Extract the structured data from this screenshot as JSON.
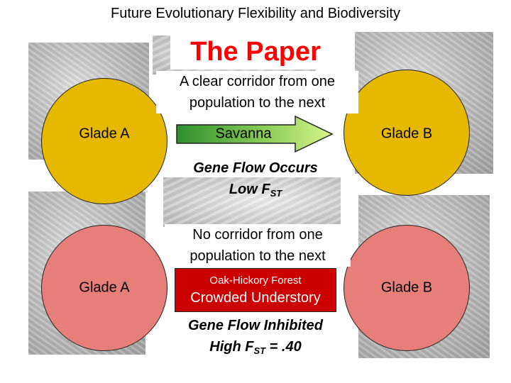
{
  "header": {
    "slide_title": "Future Evolutionary Flexibility and Biodiversity",
    "paper_title": "The Paper"
  },
  "top_scenario": {
    "corridor_text_line1": "A clear corridor from one",
    "corridor_text_line2": "population to the next",
    "left_glade": "Glade A",
    "right_glade": "Glade B",
    "arrow_label": "Savanna",
    "result_line1": "Gene Flow Occurs",
    "result_line2_prefix": "Low F",
    "result_line2_sub": "ST",
    "glade_color": "#e6b800",
    "arrow_color_start": "#2f8f2f",
    "arrow_color_end": "#d9f58a"
  },
  "bottom_scenario": {
    "corridor_text_line1": "No corridor from one",
    "corridor_text_line2": "population to the next",
    "left_glade": "Glade A",
    "right_glade": "Glade B",
    "barrier_label_small": "Oak-Hickory Forest",
    "barrier_label_large": "Crowded Understory",
    "result_line1": "Gene Flow Inhibited",
    "result_line2_prefix": "High F",
    "result_line2_sub": "ST",
    "result_line2_suffix": " = .40",
    "glade_color": "#e67f7a",
    "barrier_color": "#cc0000"
  }
}
